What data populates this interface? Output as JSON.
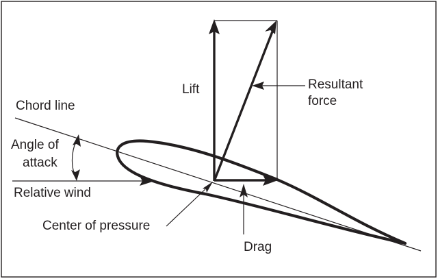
{
  "diagram": {
    "labels": {
      "chord_line": "Chord line",
      "angle_of_attack_line1": "Angle of",
      "angle_of_attack_line2": "attack",
      "relative_wind": "Relative wind",
      "lift": "Lift",
      "resultant_force_line1": "Resultant",
      "resultant_force_line2": "force",
      "center_of_pressure": "Center of pressure",
      "drag": "Drag"
    },
    "colors": {
      "ink": "#231f20",
      "background": "#ffffff"
    }
  }
}
